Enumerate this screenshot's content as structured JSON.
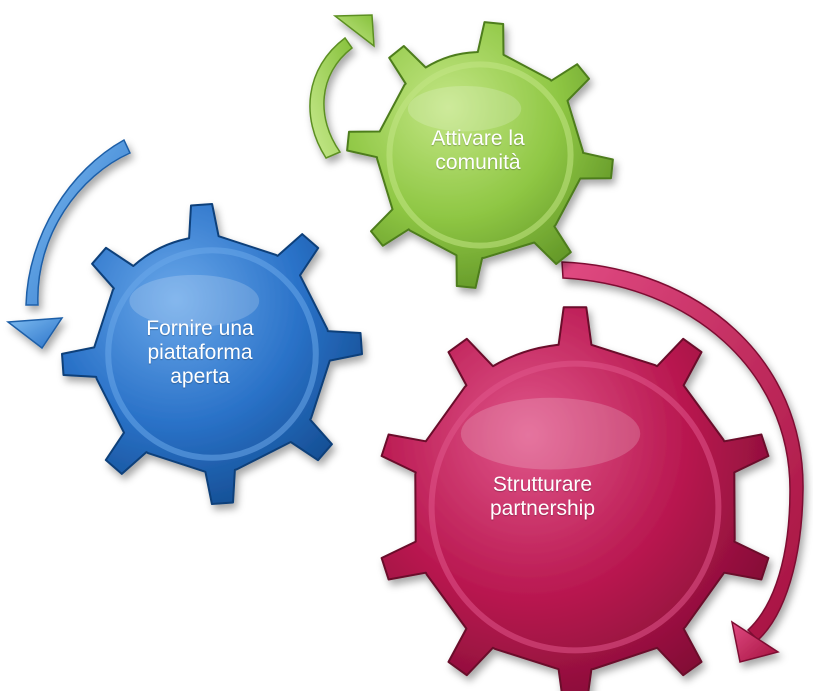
{
  "gears": [
    {
      "id": "blue",
      "lines": [
        "Fornire una",
        "piattaforma",
        "aperta"
      ],
      "fill": "#2a72c8",
      "fill_light": "#6aa8ea",
      "fill_dark": "#134b8f",
      "stroke": "#0f3f7a"
    },
    {
      "id": "green",
      "lines": [
        "Attivare la",
        "comunità"
      ],
      "fill": "#8fc744",
      "fill_light": "#c3e685",
      "fill_dark": "#5f9325",
      "stroke": "#4e7d1c"
    },
    {
      "id": "red",
      "lines": [
        "Strutturare",
        "partnership"
      ],
      "fill": "#b8174f",
      "fill_light": "#e0568a",
      "fill_dark": "#7e0c33",
      "stroke": "#6a0a2b"
    }
  ],
  "arrows": [
    {
      "id": "blue-arrow",
      "color": "#3d8fdc",
      "icon": "curved-arrow-down-left"
    },
    {
      "id": "green-arrow",
      "color": "#a3d65c",
      "icon": "curved-arrow-up-right"
    },
    {
      "id": "red-arrow",
      "color": "#c61f5b",
      "icon": "curved-arrow-down-right"
    }
  ]
}
